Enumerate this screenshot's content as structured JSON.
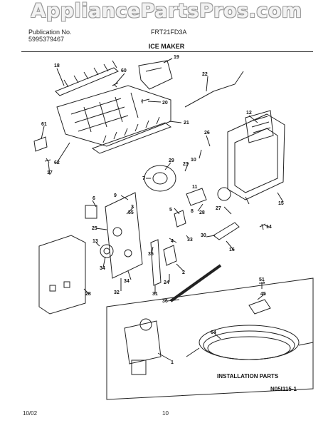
{
  "watermark": "AppliancePartsPros.com",
  "header": {
    "publication_label": "Publication No.",
    "publication_number": "5995379467",
    "model": "FRT21FD3A",
    "section_title": "ICE MAKER"
  },
  "callouts": [
    "18",
    "60",
    "19",
    "22",
    "20",
    "61",
    "17",
    "62",
    "21",
    "12",
    "26",
    "7",
    "29",
    "23",
    "10",
    "11",
    "9",
    "6",
    "3",
    "5",
    "8",
    "28",
    "27",
    "25",
    "13",
    "34",
    "35",
    "4",
    "33",
    "30",
    "15",
    "14",
    "16",
    "2",
    "24",
    "31",
    "32",
    "34",
    "28",
    "36",
    "51",
    "45",
    "64",
    "1",
    "55"
  ],
  "installation_label": "INSTALLATION PARTS",
  "diagram_code": "N05I115-1",
  "footer": {
    "date": "10/02",
    "page": "10"
  },
  "colors": {
    "line": "#222222",
    "watermark_fill": "#f2f2f2",
    "watermark_edge": "#9a9a9a"
  }
}
